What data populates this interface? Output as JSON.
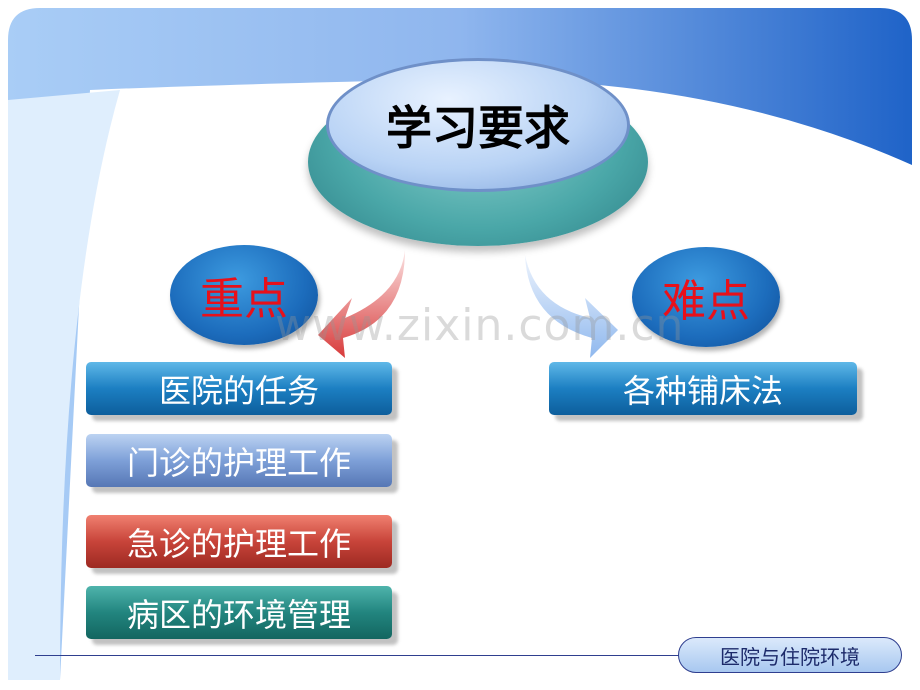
{
  "title": "学习要求",
  "key_points": {
    "label": "重点",
    "items": [
      "医院的任务",
      "门诊的护理工作",
      "急诊的护理工作",
      "病区的环境管理"
    ]
  },
  "difficulties": {
    "label": "难点",
    "items": [
      "各种铺床法"
    ]
  },
  "watermark": "www.zixin.com.cn",
  "footer": "医院与住院环境",
  "colors": {
    "accent_red": "#e8101a",
    "brand_blue": "#1c6cbc"
  }
}
